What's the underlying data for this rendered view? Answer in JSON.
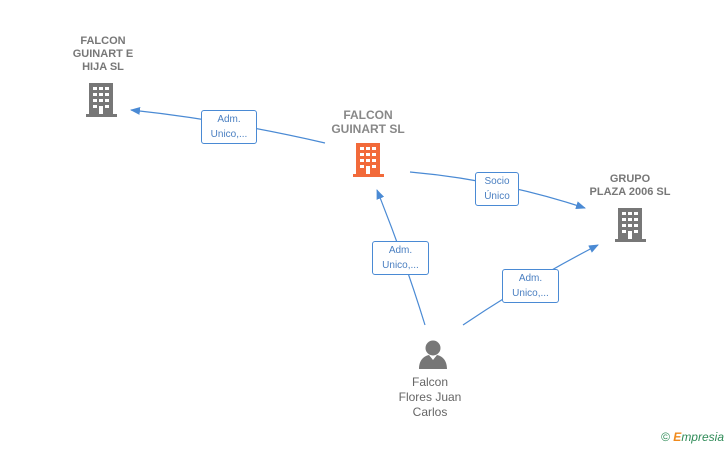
{
  "nodes": {
    "falcon_guinart_e_hija": {
      "label": "FALCON\nGUINART E\nHIJA  SL"
    },
    "falcon_guinart": {
      "label": "FALCON\nGUINART  SL"
    },
    "grupo_plaza": {
      "label": "GRUPO\nPLAZA 2006  SL"
    },
    "person": {
      "label": "Falcon\nFlores Juan\nCarlos"
    }
  },
  "edges": {
    "main_to_hija": "Adm.\nUnico,...",
    "main_to_grupo": "Socio\nÚnico",
    "person_to_main": "Adm.\nUnico,...",
    "person_to_grupo": "Adm.\nUnico,..."
  },
  "branding": {
    "copyright": "©",
    "brand_initial": "E",
    "brand_rest": "mpresia"
  },
  "colors": {
    "edge": "#4a8ad4",
    "company_icon": "#777777",
    "main_icon": "#f26a3a",
    "person_icon": "#777777"
  },
  "icons": {
    "company": "building-icon",
    "person": "person-icon"
  }
}
